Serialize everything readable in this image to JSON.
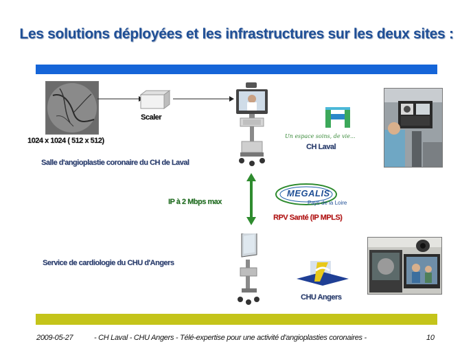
{
  "slide": {
    "title": "Les solutions déployées et les infrastructures sur les deux sites :",
    "resolution_label": "1024 x 1024 ( 512 x 512)",
    "scaler_label": "Scaler",
    "laval_room_label": "Salle d'angioplastie coronaire du CH de Laval",
    "ch_laval_label": "CH Laval",
    "ch_laval_slogan": "Un espace soins, de vie...",
    "ip_label": "IP à 2 Mbps max",
    "megalis_name": "MEGALIS",
    "megalis_region": "Pays de la Loire",
    "rpv_label": "RPV Santé (IP MPLS)",
    "angers_service_label": "Service de cardiologie  du CHU d'Angers",
    "chu_angers_label": "CHU Angers"
  },
  "footer": {
    "date": "2009-05-27",
    "caption": "- CH Laval - CHU Angers - Télé-expertise pour une activité d'angioplasties coronaires -",
    "page_number": "10"
  },
  "colors": {
    "title": "#1f4f96",
    "top_bar": "#1565d8",
    "bottom_bar": "#c4c41a",
    "arrow_green": "#2e8b2e",
    "rpv_red": "#b01414"
  }
}
